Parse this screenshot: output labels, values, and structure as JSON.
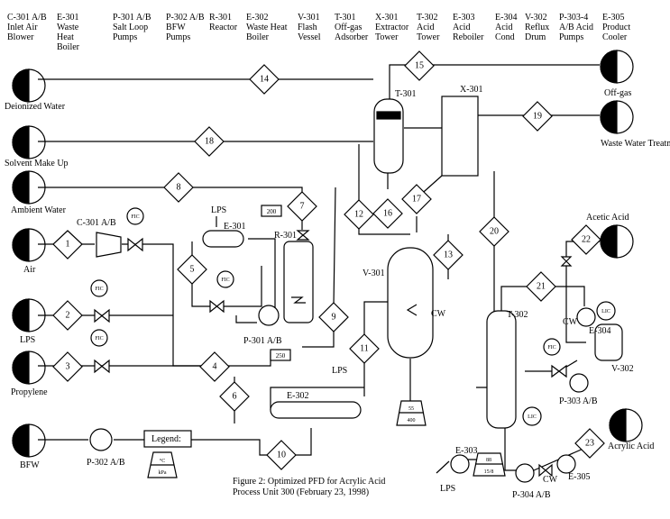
{
  "header": [
    {
      "tag": "C-301 A/B",
      "name": "Inlet Air Blower"
    },
    {
      "tag": "E-301",
      "name": "Waste Heat Boiler"
    },
    {
      "tag": "P-301 A/B",
      "name": "Salt Loop Pumps"
    },
    {
      "tag": "P-302 A/B",
      "name": "BFW Pumps"
    },
    {
      "tag": "R-301",
      "name": "Reactor"
    },
    {
      "tag": "E-302",
      "name": "Waste Heat Boiler"
    },
    {
      "tag": "V-301",
      "name": "Flash Vessel"
    },
    {
      "tag": "T-301",
      "name": "Off-gas Adsorber"
    },
    {
      "tag": "X-301",
      "name": "Extractor Tower"
    },
    {
      "tag": "T-302",
      "name": "Acid Tower"
    },
    {
      "tag": "E-303",
      "name": "Acid Reboiler"
    },
    {
      "tag": "E-304",
      "name": "Acid Cond"
    },
    {
      "tag": "V-302",
      "name": "Reflux Drum"
    },
    {
      "tag": "P-303-4",
      "name": "A/B Acid Pumps"
    },
    {
      "tag": "E-305",
      "name": "Product Cooler"
    }
  ],
  "streams": [
    "1",
    "2",
    "3",
    "4",
    "5",
    "6",
    "7",
    "8",
    "9",
    "10",
    "11",
    "12",
    "13",
    "14",
    "15",
    "16",
    "17",
    "18",
    "19",
    "20",
    "21",
    "22",
    "23"
  ],
  "feeds": {
    "deionized_water": "Deionized Water",
    "solvent_makeup": "Solvent Make Up",
    "ambient_water": "Ambient Water",
    "air": "Air",
    "lps": "LPS",
    "propylene": "Propylene",
    "bfw": "BFW"
  },
  "products": {
    "offgas": "Off-gas",
    "waste_water": "Waste Water Treatmer",
    "acetic_acid": "Acetic Acid",
    "acrylic_acid": "Acrylic Acid"
  },
  "equipment": {
    "c301": "C-301 A/B",
    "e301": "E-301",
    "r301": "R-301",
    "p301": "P-301 A/B",
    "p302": "P-302 A/B",
    "e302": "E-302",
    "v301": "V-301",
    "t301": "T-301",
    "x301": "X-301",
    "t302": "T-302",
    "e303": "E-303",
    "e304": "E-304",
    "v302": "V-302",
    "p303": "P-303 A/B",
    "p304": "P-304 A/B",
    "e305": "E-305"
  },
  "utilities": {
    "lps": "LPS",
    "cw": "CW"
  },
  "controllers": {
    "fic": "FIC",
    "lic": "LIC"
  },
  "flags": {
    "f200": "200",
    "f250": "250",
    "f55": "55",
    "f400": "400",
    "f88": "88",
    "f158": "15/8"
  },
  "legend": {
    "title": "Legend:",
    "temp": "°C",
    "pres": "kPa"
  },
  "caption": {
    "line1": "Figure 2: Optimized PFD for Acrylic Acid",
    "line2": "Process Unit 300 (February 23, 1998)"
  }
}
